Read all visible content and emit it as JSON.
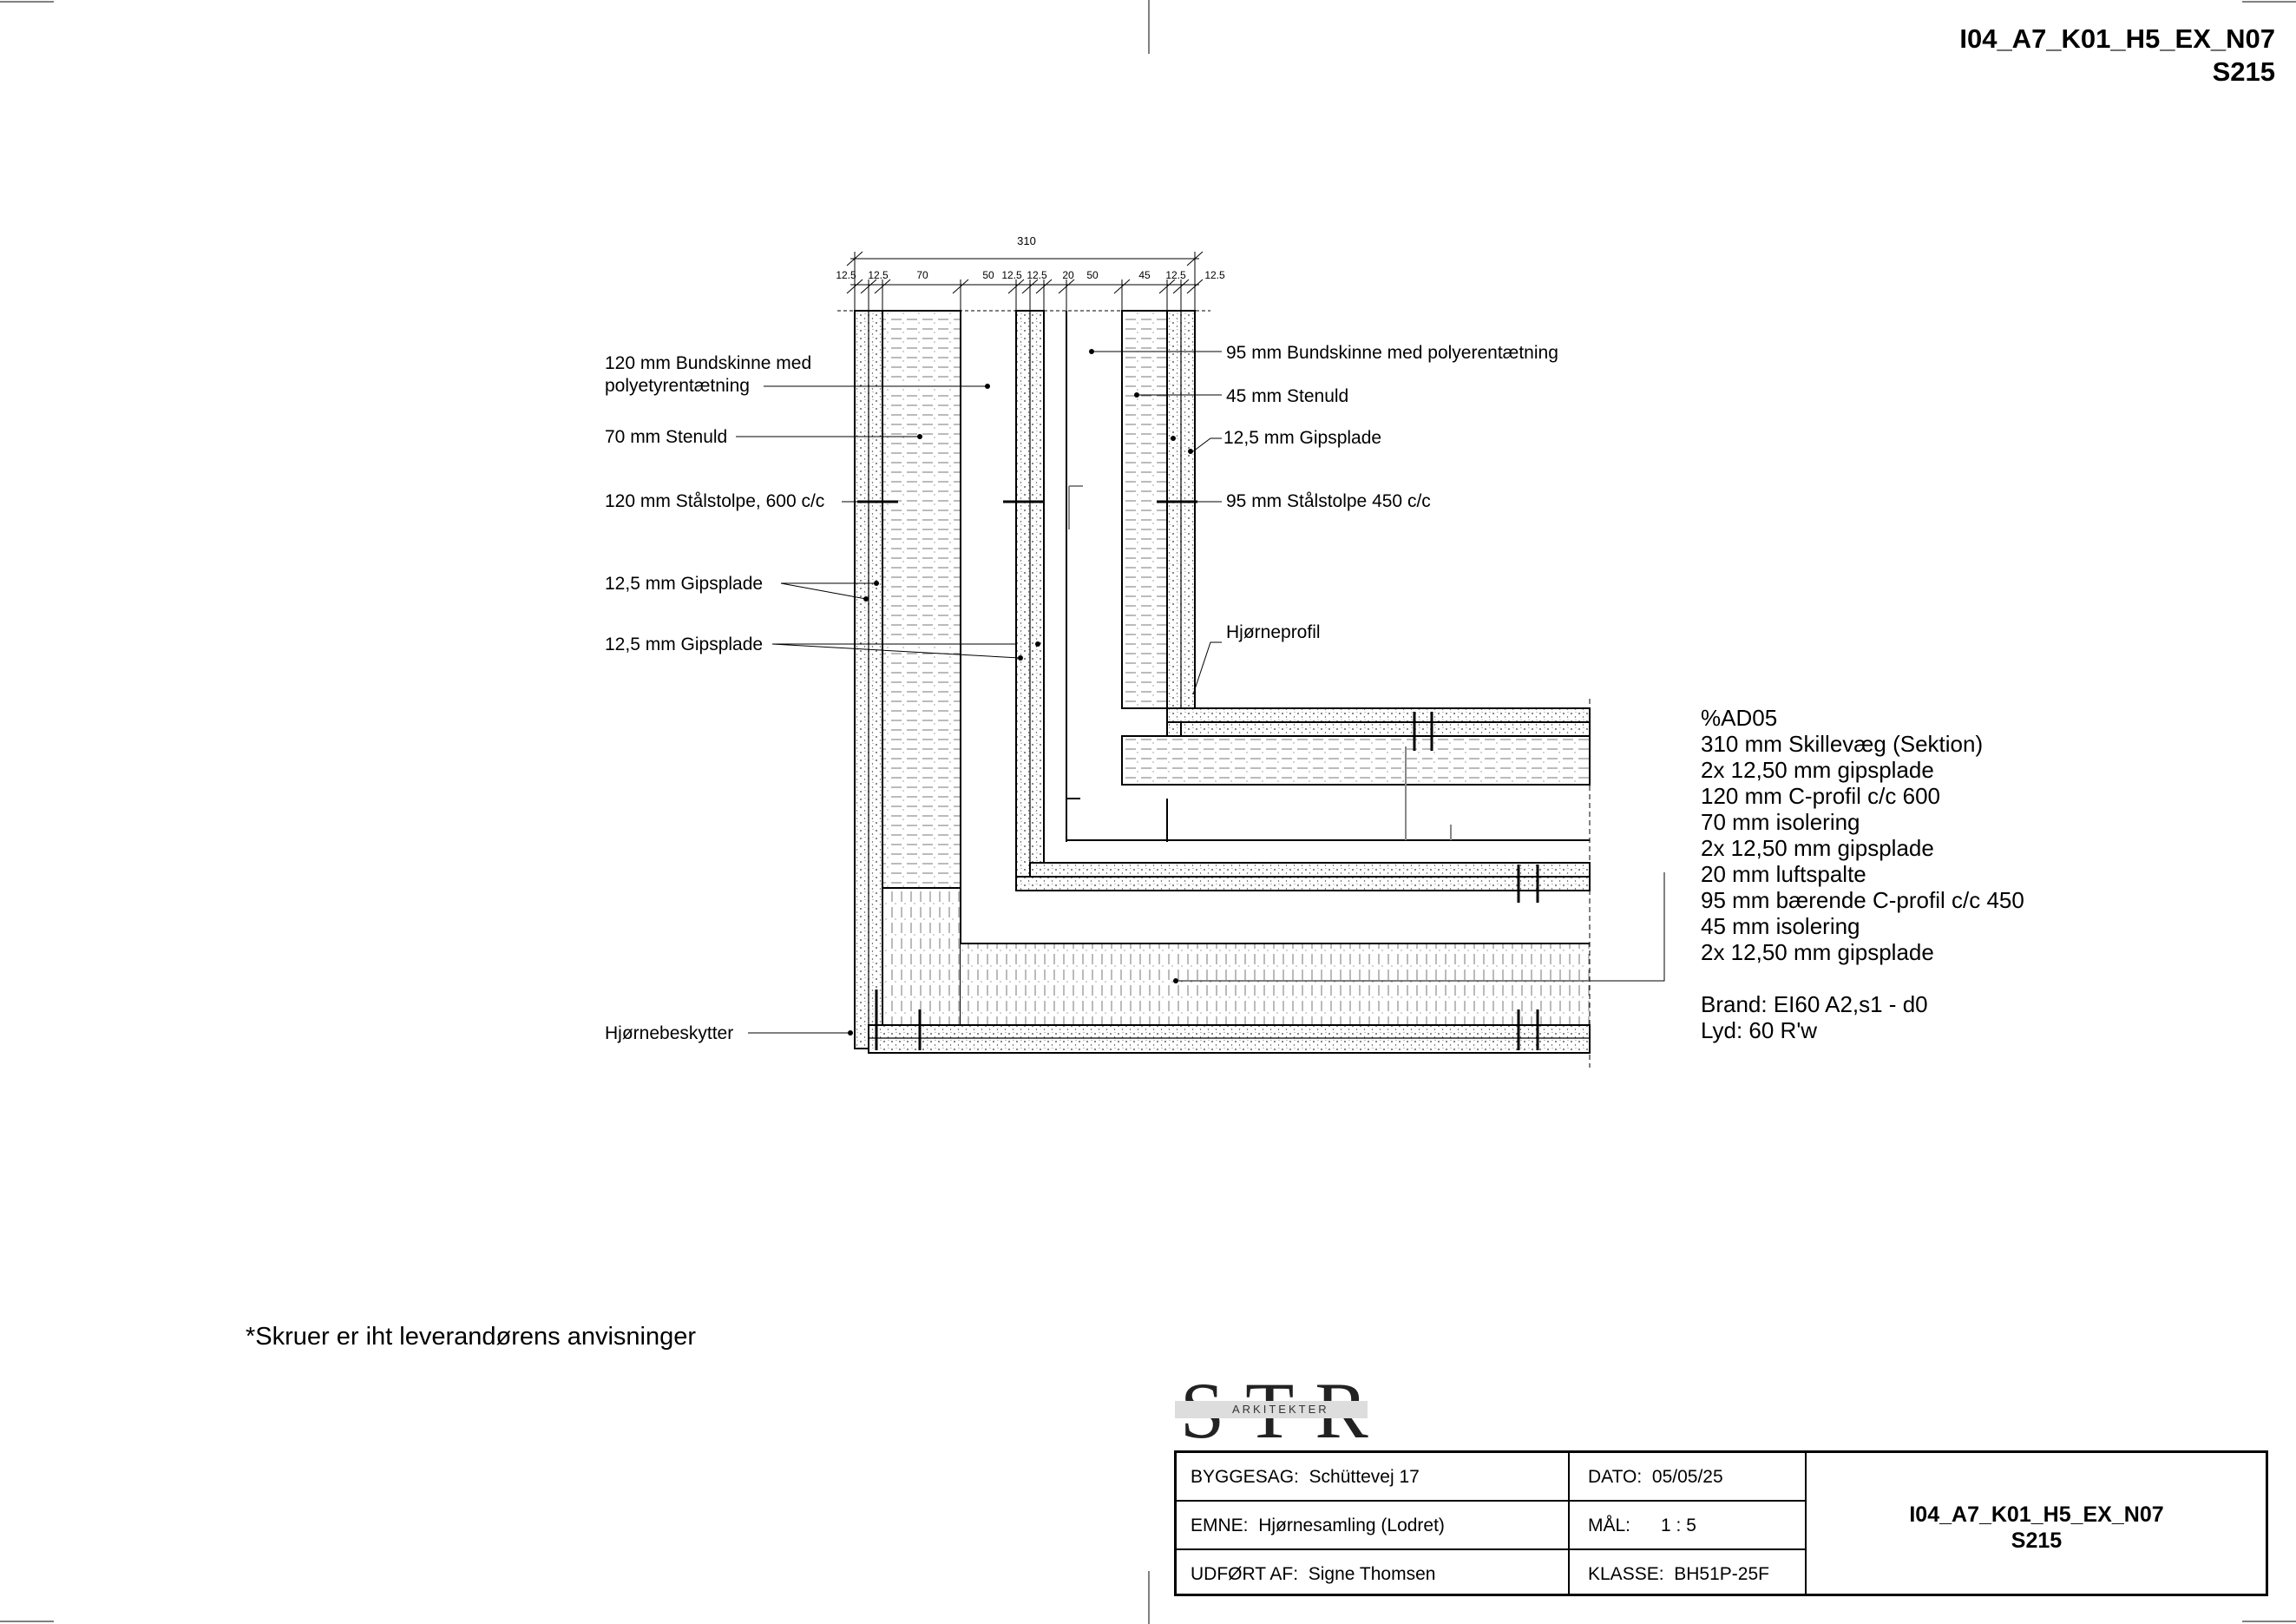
{
  "header": {
    "drawing_id": "I04_A7_K01_H5_EX_N07",
    "sheet": "S215"
  },
  "dimensions": {
    "total": "310",
    "segments": [
      "12.5",
      "12.5",
      "70",
      "50",
      "12.5",
      "12.5",
      "20",
      "50",
      "45",
      "12.5",
      "12.5"
    ]
  },
  "left_labels": [
    "120 mm Bundskinne med",
    "polyetyrentætning",
    "70 mm Stenuld",
    "120 mm Stålstolpe, 600 c/c",
    "12,5 mm Gipsplade",
    "12,5 mm Gipsplade",
    "Hjørnebeskytter"
  ],
  "right_labels": [
    "95 mm Bundskinne med polyerentætning",
    "45 mm Stenuld",
    "12,5 mm Gipsplade",
    "95 mm Stålstolpe 450 c/c",
    "Hjørneprofil"
  ],
  "spec": {
    "code": "%AD05",
    "lines": [
      "310 mm Skillevæg (Sektion)",
      "2x 12,50 mm gipsplade",
      "120 mm C-profil c/c 600",
      "70 mm isolering",
      "2x 12,50 mm gipsplade",
      "20 mm luftspalte",
      "95 mm bærende C-profil c/c 450",
      "45 mm isolering",
      "2x 12,50 mm gipsplade"
    ],
    "fire": "Brand: EI60 A2,s1 - d0",
    "sound": "Lyd: 60 R'w"
  },
  "note": "*Skruer er iht leverandørens anvisninger",
  "logo": {
    "letters": "STR",
    "subtitle": "ARKITEKTER"
  },
  "title_block": {
    "byggesag_label": "BYGGESAG:",
    "byggesag": "Schüttevej 17",
    "emne_label": "EMNE:",
    "emne": "Hjørnesamling (Lodret)",
    "udfort_label": "UDFØRT AF:",
    "udfort": "Signe Thomsen",
    "dato_label": "DATO:",
    "dato": "05/05/25",
    "maal_label": "MÅL:",
    "maal": "1 : 5",
    "klasse_label": "KLASSE:",
    "klasse": "BH51P-25F",
    "drawing_id": "I04_A7_K01_H5_EX_N07",
    "sheet": "S215"
  }
}
